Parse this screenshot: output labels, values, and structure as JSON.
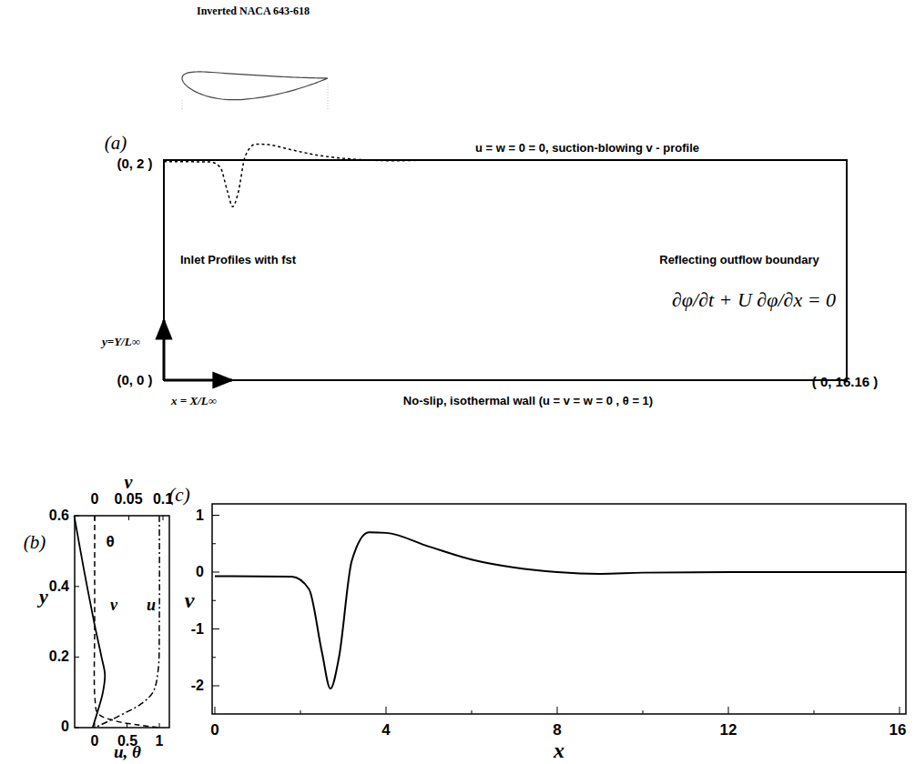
{
  "diagram": {
    "labels": [
      "Inverted NACA 643-618",
      "(a)",
      "(0, 2 )",
      "u = w = 0 = 0,  suction-blowing v - profile",
      "Inlet Profiles with fst",
      "Reflecting outflow boundary",
      "∂φ/∂t + U ∂φ/∂x = 0",
      "y=Y/L∞",
      "(0, 0 )",
      "x = X/L∞",
      "No-slip, isothermal wall (u = v = w = 0 , θ = 1)",
      "( 0, 16.16 )",
      "(b)",
      "v",
      "0",
      "0.05",
      "0.1",
      "0.6",
      "0.4",
      "0.2",
      "0",
      "y",
      "θ",
      "v",
      "u",
      "0",
      "0.5",
      "1",
      "u, θ",
      "(c)",
      "1",
      "0",
      "-1",
      "-2",
      "v",
      "0",
      "4",
      "8",
      "12",
      "16",
      "x"
    ]
  }
}
